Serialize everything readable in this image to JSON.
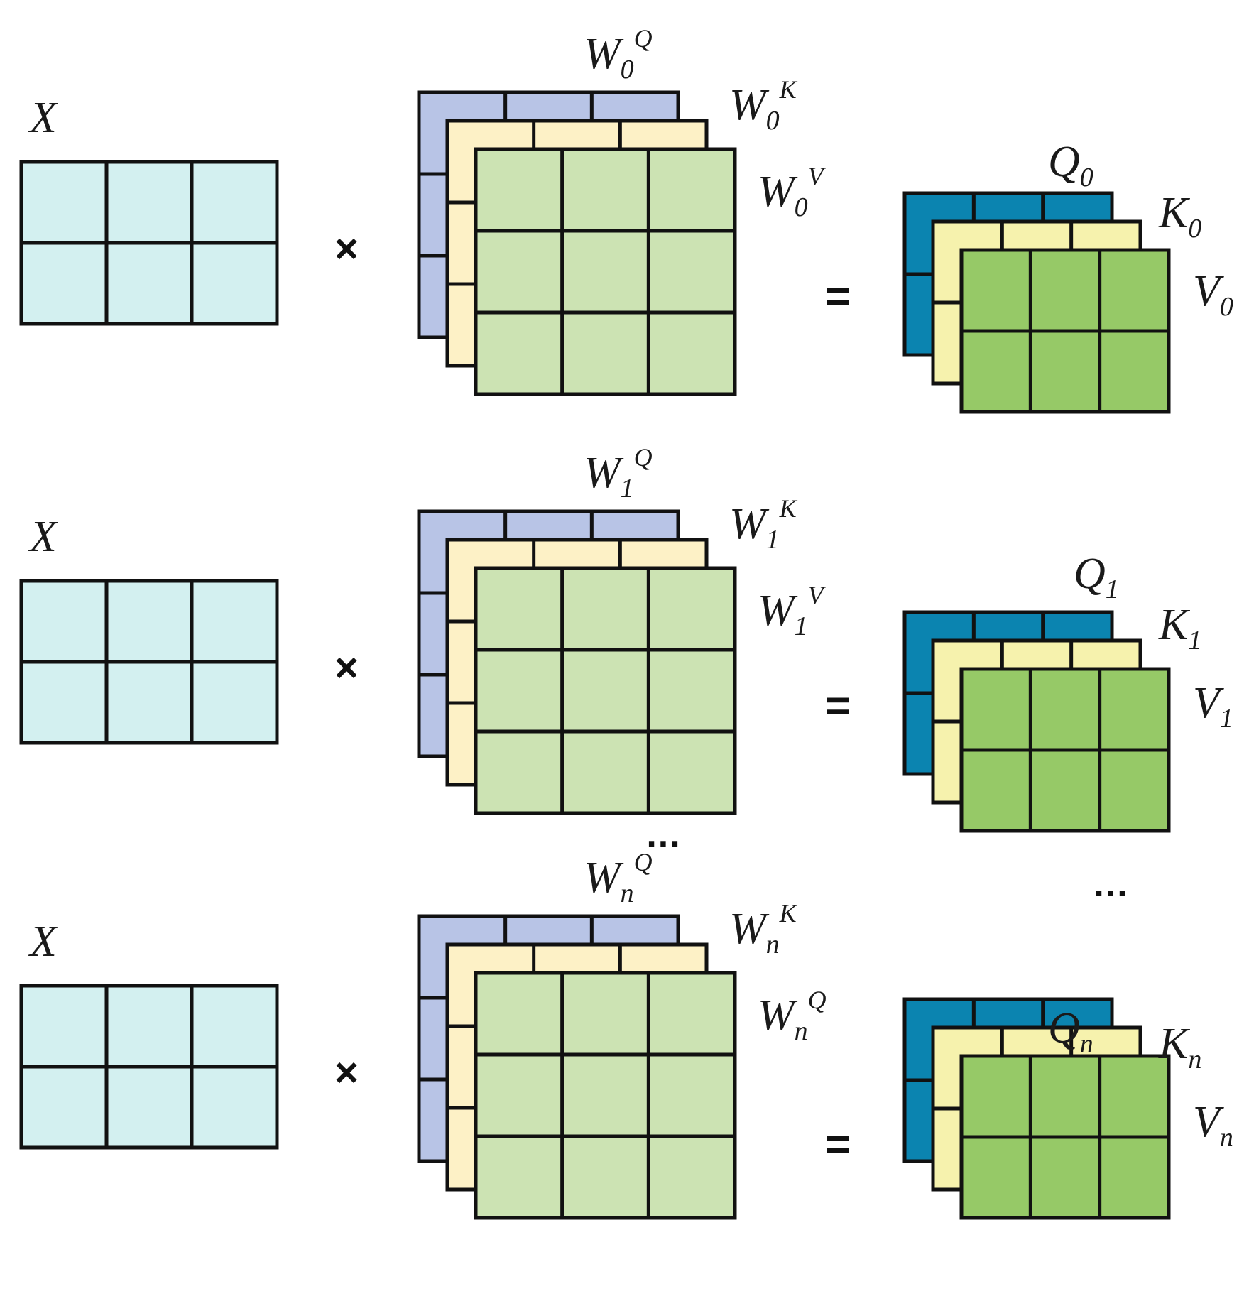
{
  "colors": {
    "input": "#d3f0f0",
    "weight_q": "#b8c4e6",
    "weight_k": "#fdf1c6",
    "weight_v": "#cce3b3",
    "out_q": "#0b84b0",
    "out_k": "#f6f2ad",
    "out_v": "#96c967",
    "stroke": "#111111"
  },
  "operators": {
    "multiply": "×",
    "equals": "="
  },
  "ellipsis": "...",
  "rows": [
    {
      "input": {
        "label": "X"
      },
      "weights": [
        {
          "base": "W",
          "sub": "0",
          "sup": "Q"
        },
        {
          "base": "W",
          "sub": "0",
          "sup": "K"
        },
        {
          "base": "W",
          "sub": "0",
          "sup": "V"
        }
      ],
      "outputs": [
        {
          "base": "Q",
          "sub": "0"
        },
        {
          "base": "K",
          "sub": "0"
        },
        {
          "base": "V",
          "sub": "0"
        }
      ]
    },
    {
      "input": {
        "label": "X"
      },
      "weights": [
        {
          "base": "W",
          "sub": "1",
          "sup": "Q"
        },
        {
          "base": "W",
          "sub": "1",
          "sup": "K"
        },
        {
          "base": "W",
          "sub": "1",
          "sup": "V"
        }
      ],
      "outputs": [
        {
          "base": "Q",
          "sub": "1"
        },
        {
          "base": "K",
          "sub": "1"
        },
        {
          "base": "V",
          "sub": "1"
        }
      ]
    },
    {
      "input": {
        "label": "X"
      },
      "weights": [
        {
          "base": "W",
          "sub": "n",
          "sup": "Q"
        },
        {
          "base": "W",
          "sub": "n",
          "sup": "K"
        },
        {
          "base": "W",
          "sub": "n",
          "sup": "Q"
        }
      ],
      "outputs": [
        {
          "base": "Q",
          "sub": "n"
        },
        {
          "base": "K",
          "sub": "n"
        },
        {
          "base": "V",
          "sub": "n"
        }
      ]
    }
  ]
}
